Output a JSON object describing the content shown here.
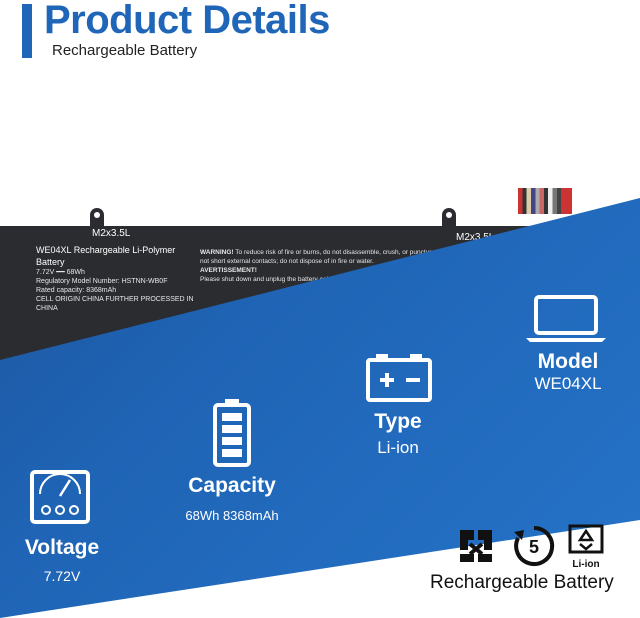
{
  "header": {
    "title": "Product Details",
    "subtitle": "Rechargeable Battery"
  },
  "battery": {
    "screw_label_left": "M2x3.5L",
    "screw_label_right": "M2x3.5L",
    "model_tag": "WE04XL",
    "product_line": "Rechargeable Li-Polymer Battery",
    "voltage_line": "7.72V ━━ 68Wh",
    "warning_title": "WARNING!",
    "warning_text": "To reduce risk of fire or burns, do not disassemble, crush, or puncture; do not short external contacts; do not dispose of in fire or water.",
    "avertissement": "AVERTISSEMENT!",
    "please_text": "Please shut down and unplug the battery cable before replacing!",
    "regulatory": "Regulatory Model Number: HSTNN-WB0F",
    "rated_capacity": "Rated capacity: 8368mAh",
    "cell_origin": "CELL ORIGIN CHINA FURTHER PROCESSED IN CHINA"
  },
  "features": {
    "model": {
      "label": "Model",
      "value": "WE04XL"
    },
    "type": {
      "label": "Type",
      "value": "Li-ion"
    },
    "capacity": {
      "label": "Capacity",
      "value": "68Wh 8368mAh"
    },
    "voltage": {
      "label": "Voltage",
      "value": "7.72V"
    }
  },
  "footer": {
    "recycle_number": "5",
    "li_ion_badge": "Li-ion",
    "rechargeable_text": "Rechargeable Battery"
  },
  "colors": {
    "accent": "#1f66b8",
    "panel": "#1f64b5",
    "battery_body": "#2a2c30"
  }
}
